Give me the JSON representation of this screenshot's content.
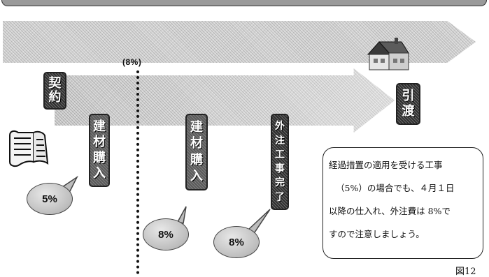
{
  "timeline": {
    "rate_marker": "(8%)",
    "contract": [
      "契",
      "約"
    ],
    "handover": [
      "引",
      "渡"
    ],
    "material_purchase_1": [
      "建",
      "材",
      "購",
      "入"
    ],
    "material_purchase_2": [
      "建",
      "材",
      "購",
      "入"
    ],
    "subcontract_done": [
      "外",
      "注",
      "工",
      "事",
      "完",
      "了"
    ]
  },
  "bubbles": {
    "rate_5": "5%",
    "rate_8_a": "8%",
    "rate_8_b": "8%"
  },
  "note": {
    "lines": [
      "経過措置の適用を受ける工事",
      "（5%）の場合でも、４月１日",
      "以降の仕入れ、外注費は 8%で",
      "すので注意しましょう。"
    ]
  },
  "figure_label": "図12",
  "colors": {
    "box_fill": "#5a5a5a",
    "box_dark_fill": "#2f2f2f",
    "arrow_fill": "#cfcfcf",
    "bubble_fill": "#bdbdbd"
  },
  "icons": {
    "document": "document-icon",
    "house": "house-icon"
  }
}
